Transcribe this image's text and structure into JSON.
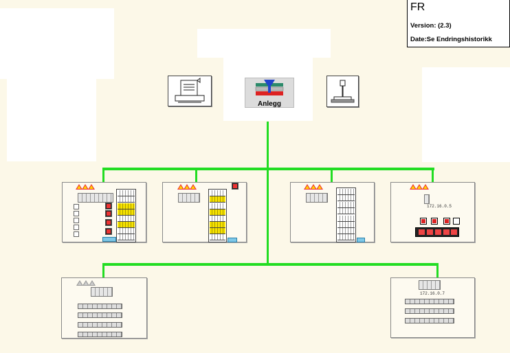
{
  "info": {
    "title": "FR",
    "version": "Version: (2.3)",
    "date": "Date:Se Endringshistorikk"
  },
  "toolbar": {
    "print_icon": "printer-icon",
    "anlegg_label": "Anlegg",
    "anlegg_icon": "plant-icon",
    "joystick_icon": "joystick-icon"
  },
  "stations": {
    "s4": {
      "ip": "172.16.0.5"
    },
    "s6": {
      "ip": "172.16.0.7"
    }
  },
  "colors": {
    "background": "#fcf8e8",
    "network": "#22dd22",
    "alarm": "#ee3333",
    "highlight": "#f6e200"
  }
}
